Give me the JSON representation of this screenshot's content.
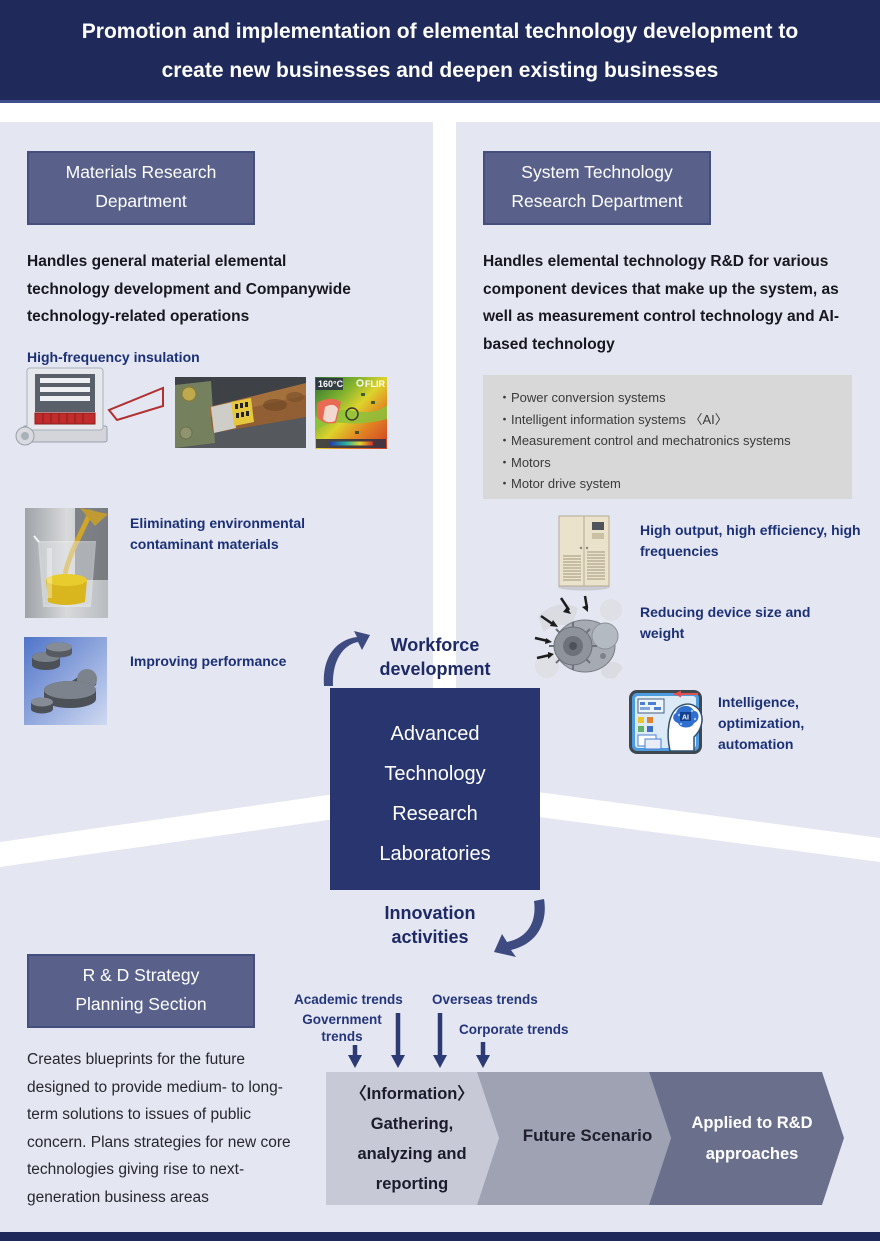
{
  "banner": {
    "line1": "Promotion and implementation of elemental technology development to",
    "line2": "create new businesses and deepen existing businesses"
  },
  "materials_dept": {
    "box_line1": "Materials Research",
    "box_line2": "Department",
    "description": "Handles general material elemental technology development and Companywide technology-related operations",
    "label_high_frequency": "High-frequency insulation",
    "label_eliminating": "Eliminating environmental contaminant materials",
    "label_improving": "Improving performance"
  },
  "system_dept": {
    "box_line1": "System Technology",
    "box_line2": "Research Department",
    "description": "Handles elemental technology R&D for various component devices that make up the system, as well as measurement control technology and AI-based technology",
    "bullets": [
      "・Power conversion systems",
      "・Intelligent information systems 〈AI〉",
      "・Measurement control and mechatronics systems",
      "・Motors",
      "・Motor drive system"
    ],
    "label_high_output": "High output, high efficiency, high frequencies",
    "label_reducing": "Reducing device size and weight",
    "label_intelligence": "Intelligence, optimization, automation"
  },
  "center": {
    "workforce": "Workforce development",
    "box_lines": [
      "Advanced",
      "Technology",
      "Research",
      "Laboratories"
    ],
    "innovation": "Innovation activities"
  },
  "rd_section": {
    "box_line1": "R & D Strategy",
    "box_line2": "Planning Section",
    "description": "Creates blueprints for the future designed to provide medium- to long-term solutions to issues of public concern. Plans strategies for new core technologies giving rise to next-generation business areas"
  },
  "trends": {
    "academic": "Academic trends",
    "government": "Government trends",
    "overseas": "Overseas trends",
    "corporate": "Corporate trends"
  },
  "flow": {
    "step1_lines": [
      "〈Information〉",
      "Gathering,",
      "analyzing and",
      "reporting"
    ],
    "step2": "Future Scenario",
    "step3_lines": [
      "Applied to R&D",
      "approaches"
    ]
  },
  "thermal_image": {
    "temp_label": "160°C",
    "brand": "FLIR"
  },
  "images": {
    "ai_label": "AI"
  },
  "colors": {
    "banner_bg": "#1f2a5b",
    "panel_bg": "#e4e6f1",
    "dept_box_bg": "#59618a",
    "center_box_bg": "#28356e",
    "gray_box_bg": "#d8d8d8",
    "navy_label_text": "#1b3076",
    "chevron_step1": "#c7cad6",
    "chevron_step2": "#9fa2b3",
    "chevron_step3": "#6a6f8c",
    "arrow_navy": "#3d4b80"
  }
}
